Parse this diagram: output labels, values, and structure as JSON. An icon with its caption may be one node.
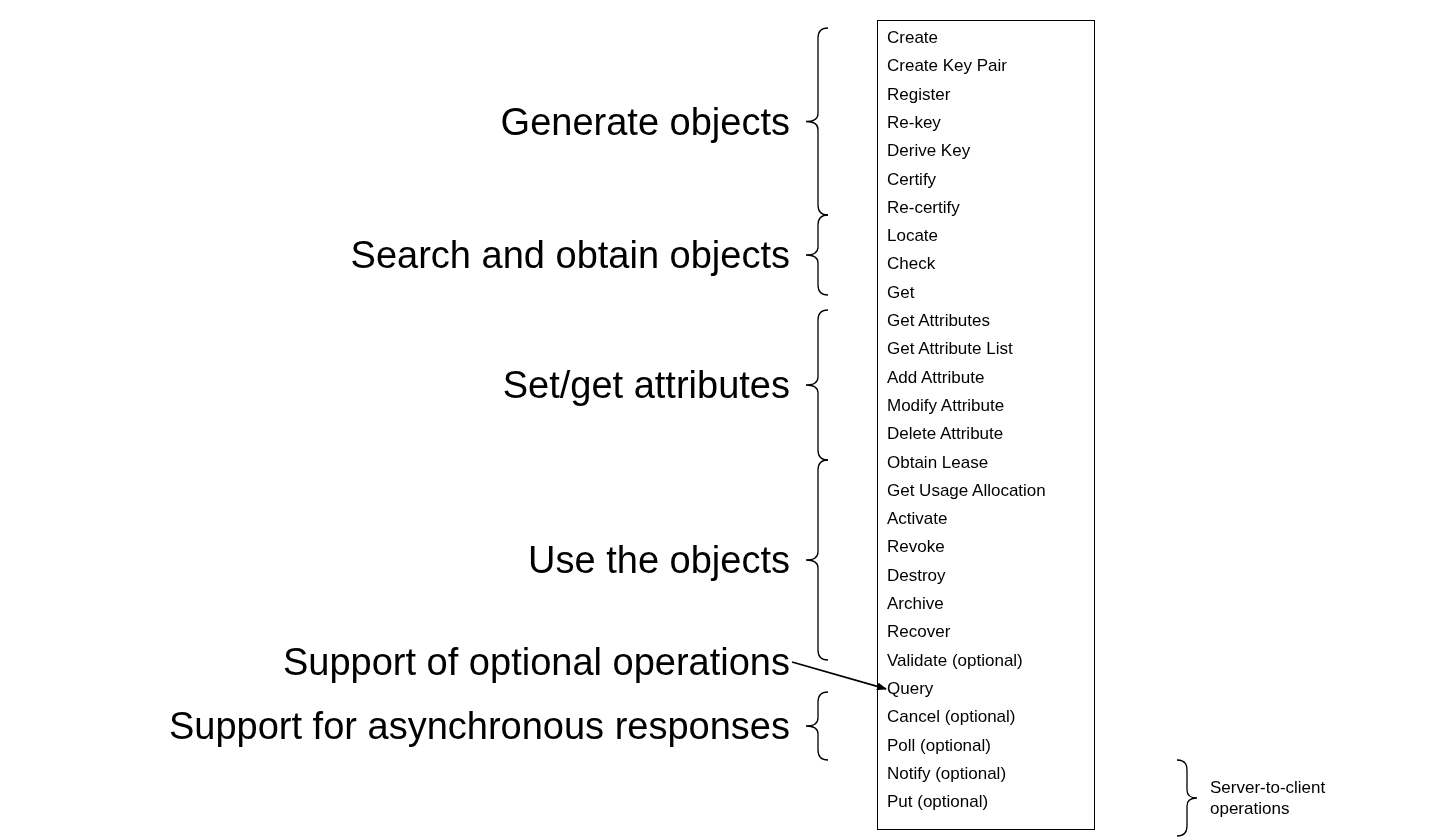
{
  "diagram": {
    "nodes": [
      {
        "text": [],
        "shape": "box"
      },
      {
        "text": [
          "Create"
        ],
        "in": 0
      },
      {
        "text": [
          "Create Key Pair"
        ],
        "in": 0
      },
      {
        "text": [
          "Register"
        ],
        "in": 0
      },
      {
        "text": [
          "Re-key"
        ],
        "in": 0
      },
      {
        "text": [
          "Derive Key"
        ],
        "in": 0
      },
      {
        "text": [
          "Certify"
        ],
        "in": 0
      },
      {
        "text": [
          "Re-certify"
        ],
        "in": 0
      },
      {
        "text": [
          "Locate"
        ],
        "in": 0
      },
      {
        "text": [
          "Check"
        ],
        "in": 0
      },
      {
        "text": [
          "Get"
        ],
        "in": 0
      },
      {
        "text": [
          "Get Attributes"
        ],
        "in": 0
      },
      {
        "text": [
          "Get Attribute List"
        ],
        "in": 0
      },
      {
        "text": [
          "Add Attribute"
        ],
        "in": 0
      },
      {
        "text": [
          "Modify Attribute"
        ],
        "in": 0
      },
      {
        "text": [
          "Delete Attribute"
        ],
        "in": 0
      },
      {
        "text": [
          "Obtain Lease"
        ],
        "in": 0
      },
      {
        "text": [
          "Get Usage Allocation"
        ],
        "in": 0
      },
      {
        "text": [
          "Activate"
        ],
        "in": 0
      },
      {
        "text": [
          "Revoke"
        ],
        "in": 0
      },
      {
        "text": [
          "Destroy"
        ],
        "in": 0
      },
      {
        "text": [
          "Archive"
        ],
        "in": 0
      },
      {
        "text": [
          "Recover"
        ],
        "in": 0
      },
      {
        "text": [
          "Validate (optional)"
        ],
        "in": 0
      },
      {
        "text": [
          "Query"
        ],
        "in": 0
      },
      {
        "text": [
          "Cancel (optional)"
        ],
        "in": 0
      },
      {
        "text": [
          "Poll (optional)"
        ],
        "in": 0
      },
      {
        "text": [
          "Notify (optional)"
        ],
        "in": 0
      },
      {
        "text": [
          "Put (optional)"
        ],
        "in": 0
      },
      {
        "text": [
          "Support of optional operations"
        ]
      }
    ],
    "edges": [
      {
        "from": 29,
        "to": 24,
        "arrow": "to"
      }
    ],
    "labels": [
      "Generate objects",
      "Search and obtain objects",
      "Set/get attributes",
      "Use the objects",
      "Support for asynchronous responses",
      "Server-to-client operations"
    ]
  }
}
